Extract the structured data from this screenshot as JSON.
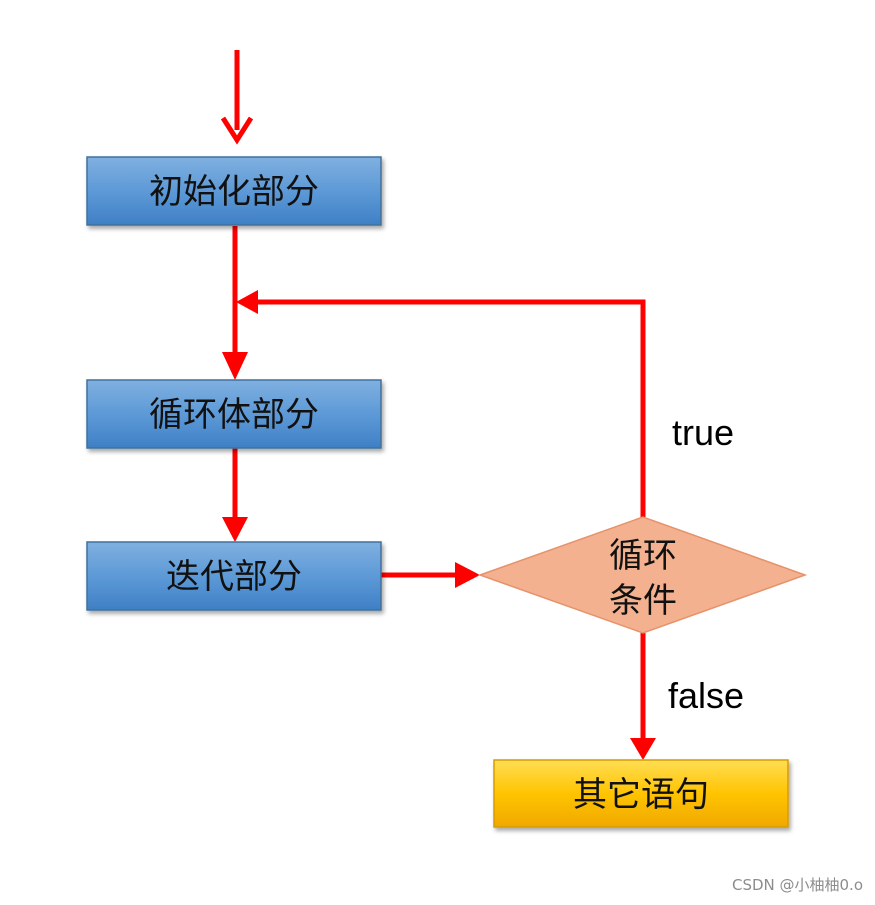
{
  "nodes": {
    "init": "初始化部分",
    "loop_body": "循环体部分",
    "iteration": "迭代部分",
    "condition_line1": "循环",
    "condition_line2": "条件",
    "other": "其它语句"
  },
  "edge_labels": {
    "true_label": "true",
    "false_label": "false"
  },
  "watermark": "CSDN @小柚柚0.o",
  "colors": {
    "process_box_fill": "#5b9bd5",
    "process_box_stroke": "#41719c",
    "condition_fill": "#f4b18f",
    "other_box_fill": "#ffc000",
    "arrow": "#ff0000"
  }
}
